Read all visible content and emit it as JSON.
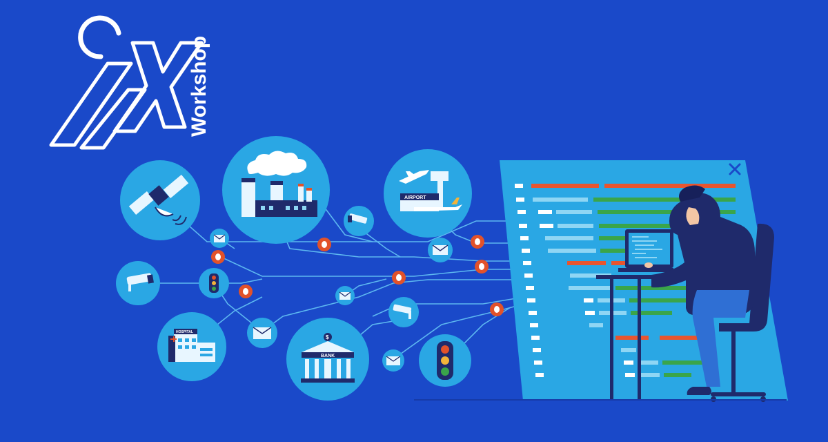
{
  "logo": {
    "brand": "iX",
    "word": "Workshop"
  },
  "labels": {
    "bank": "BANK",
    "airport": "AIRPORT",
    "hospital": "HOSPITAL",
    "dollar": "$"
  },
  "icons": {
    "window_close": "close-icon"
  },
  "colors": {
    "background": "#1a49c9",
    "circle": "#2aa7e4",
    "panel": "#2aa7e4",
    "bug": "#e2522a",
    "code_orange": "#e8552f",
    "code_green": "#3aa54a",
    "code_light": "#8fd6f4",
    "hoodie": "#1f2a6b"
  }
}
